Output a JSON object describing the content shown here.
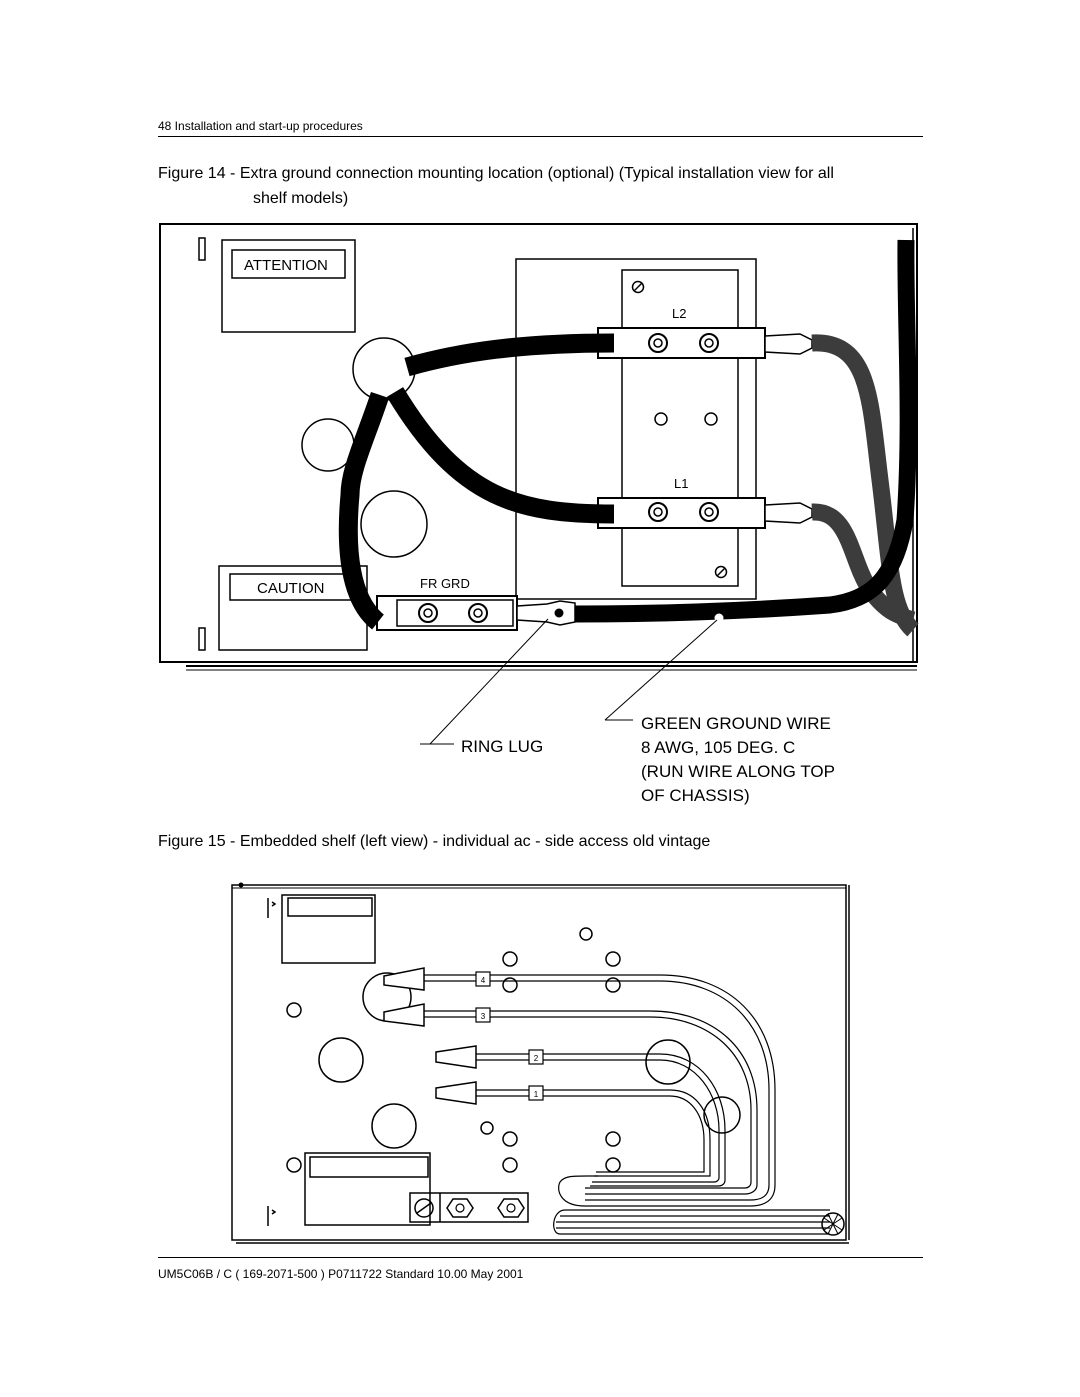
{
  "header": {
    "text": "48  Installation and start-up procedures"
  },
  "figure14": {
    "caption_line1": "Figure 14 - Extra ground connection mounting location (optional) (Typical installation view for all",
    "caption_line2": "shelf models)",
    "labels": {
      "attention": "ATTENTION",
      "caution": "CAUTION",
      "l2": "L2",
      "l1": "L1",
      "fr_grd": "FR GRD",
      "ring_lug": "RING LUG",
      "green_wire_1": "GREEN GROUND WIRE",
      "green_wire_2": "8 AWG, 105 DEG. C",
      "green_wire_3": "(RUN WIRE ALONG TOP",
      "green_wire_4": "OF CHASSIS)"
    }
  },
  "figure15": {
    "caption": "Figure 15 - Embedded shelf (left view) - individual ac - side access old vintage",
    "wire_tags": [
      "4",
      "3",
      "2",
      "1"
    ]
  },
  "footer": {
    "text": "UM5C06B / C ( 169-2071-500 )   P0711722   Standard 10.00   May 2001"
  }
}
